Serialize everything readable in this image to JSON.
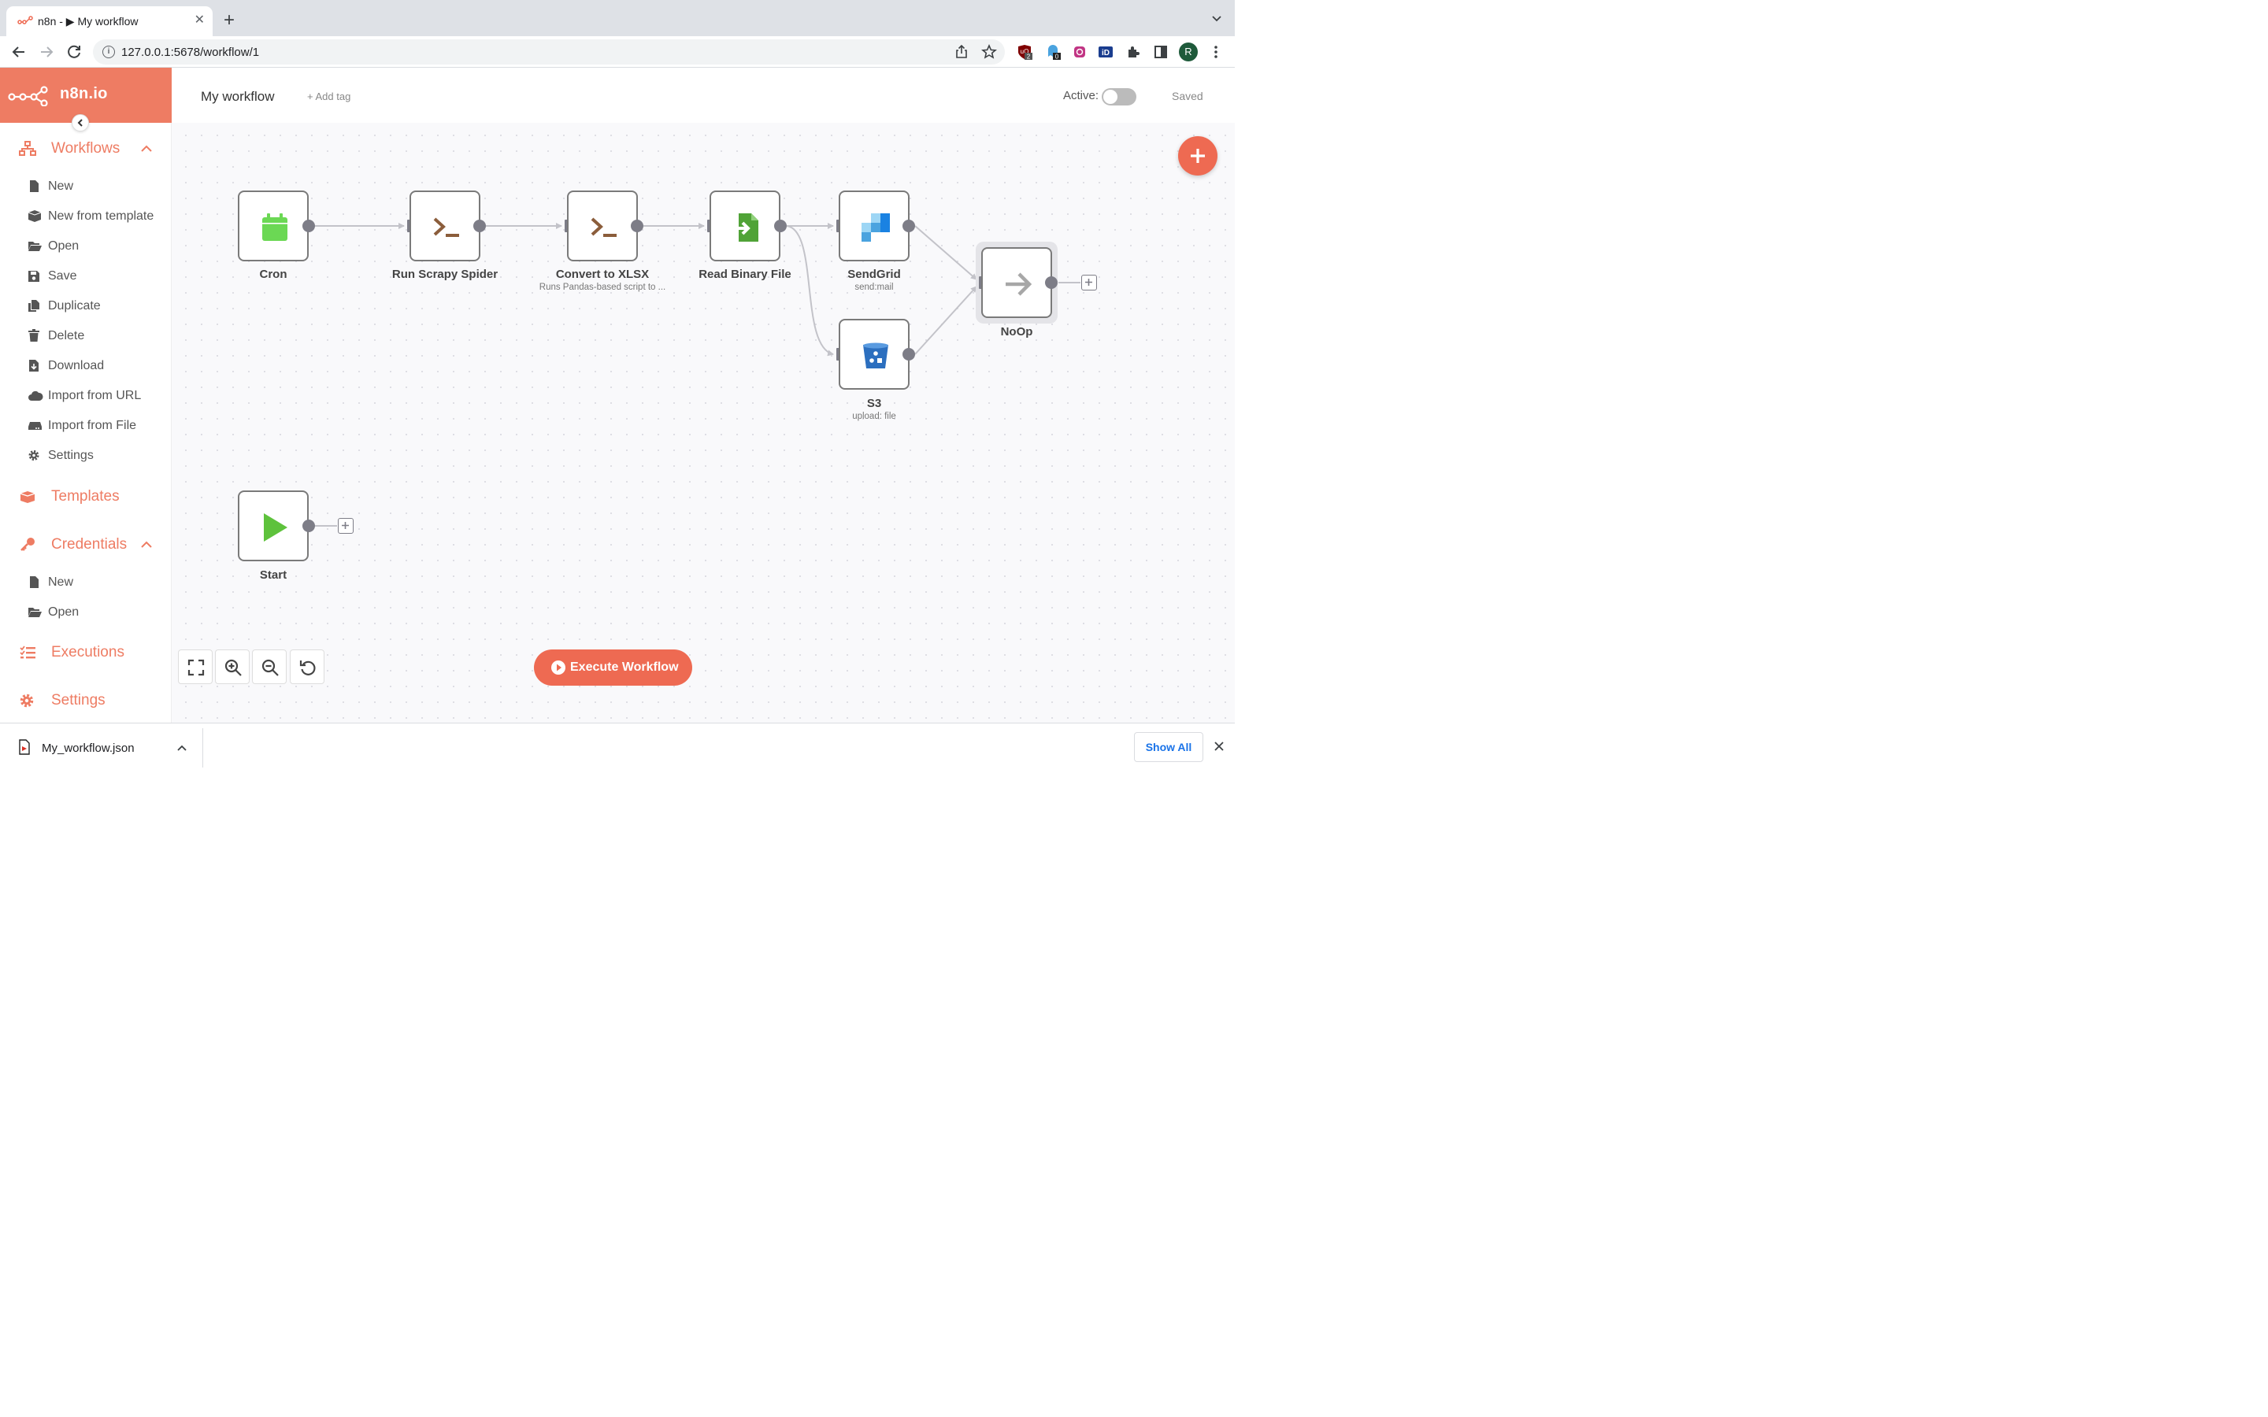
{
  "browser": {
    "tab_title": "n8n - ▶ My workflow",
    "url_host": "127.0.0.1",
    "url_path": ":5678/workflow/1",
    "avatar_letter": "R",
    "ext_badges": [
      "2",
      "0"
    ]
  },
  "sidebar": {
    "logo_text": "n8n.io",
    "workflows": {
      "label": "Workflows",
      "items": [
        "New",
        "New from template",
        "Open",
        "Save",
        "Duplicate",
        "Delete",
        "Download",
        "Import from URL",
        "Import from File",
        "Settings"
      ]
    },
    "templates_label": "Templates",
    "credentials": {
      "label": "Credentials",
      "items": [
        "New",
        "Open"
      ]
    },
    "executions_label": "Executions",
    "settings_label": "Settings"
  },
  "header": {
    "workflow_name": "My workflow",
    "add_tag": "+ Add tag",
    "active_label": "Active:",
    "active": false,
    "saved_label": "Saved"
  },
  "nodes": [
    {
      "name": "Cron",
      "subtitle": "",
      "icon": "calendar-icon"
    },
    {
      "name": "Run Scrapy Spider",
      "subtitle": "",
      "icon": "terminal-icon"
    },
    {
      "name": "Convert to XLSX",
      "subtitle": "Runs Pandas-based script to ...",
      "icon": "terminal-icon"
    },
    {
      "name": "Read Binary File",
      "subtitle": "",
      "icon": "file-import-icon"
    },
    {
      "name": "SendGrid",
      "subtitle": "send:mail",
      "icon": "sendgrid-icon"
    },
    {
      "name": "S3",
      "subtitle": "upload: file",
      "icon": "s3-bucket-icon"
    },
    {
      "name": "NoOp",
      "subtitle": "",
      "icon": "arrow-right-icon"
    },
    {
      "name": "Start",
      "subtitle": "",
      "icon": "play-icon"
    }
  ],
  "execute_label": "Execute Workflow",
  "downloads": {
    "file_name": "My_workflow.json",
    "show_all": "Show All"
  },
  "colors": {
    "brand": "#ee7c63",
    "button": "#ee6a52",
    "port": "#7d7d87",
    "cron_green": "#6bd854",
    "terminal_brown": "#8b5d3b",
    "file_green": "#50a337",
    "s3_blue": "#2c6fbf"
  }
}
